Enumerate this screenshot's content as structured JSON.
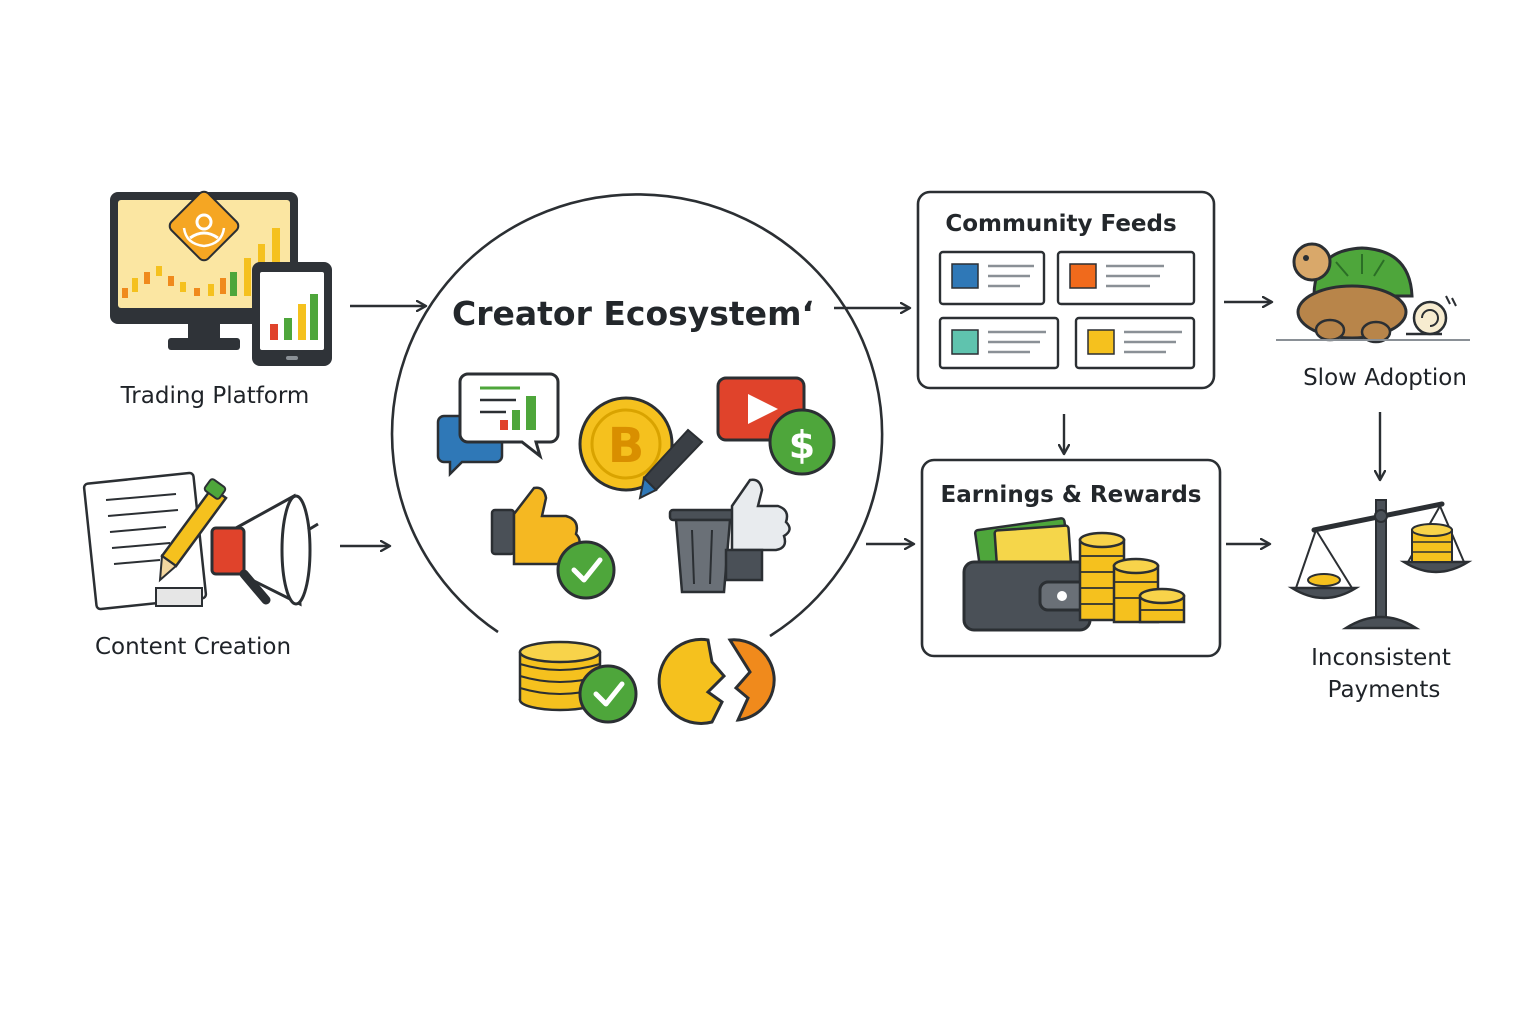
{
  "nodes": {
    "trading_platform": "Trading Platform",
    "content_creation": "Content Creation",
    "creator_ecosystem": "Creator Ecosystem‘",
    "community_feeds": "Community Feeds",
    "earnings_rewards": "Earnings & Rewards",
    "slow_adoption": "Slow Adoption",
    "inconsistent_payments_line1": "Inconsistent",
    "inconsistent_payments_line2": "Payments"
  },
  "icons": {
    "trading_platform": [
      "desktop-monitor-icon",
      "tablet-chart-icon",
      "candlestick-chart-icon",
      "exchange-logo-icon"
    ],
    "content_creation": [
      "document-icon",
      "pencil-icon",
      "megaphone-icon"
    ],
    "ecosystem": [
      "chat-bubbles-icon",
      "bitcoin-coin-icon",
      "pen-icon",
      "video-play-icon",
      "dollar-badge-icon",
      "thumbs-up-icon",
      "check-badge-icon",
      "trash-can-icon",
      "coin-stack-icon",
      "broken-coin-icon"
    ],
    "community_feeds": [
      "feed-card-icon"
    ],
    "earnings_rewards": [
      "wallet-icon",
      "cash-icon",
      "coin-stacks-icon"
    ],
    "slow_adoption": [
      "turtle-icon",
      "snail-icon"
    ],
    "inconsistent_payments": [
      "balance-scale-icon"
    ]
  },
  "colors": {
    "yellow": "#f5c11e",
    "orange": "#f08a1c",
    "green": "#4ea63b",
    "red": "#e0432b",
    "blue": "#2f78b7",
    "teal": "#5fc3ae",
    "stroke": "#2b2f33",
    "gray": "#5a6066"
  }
}
